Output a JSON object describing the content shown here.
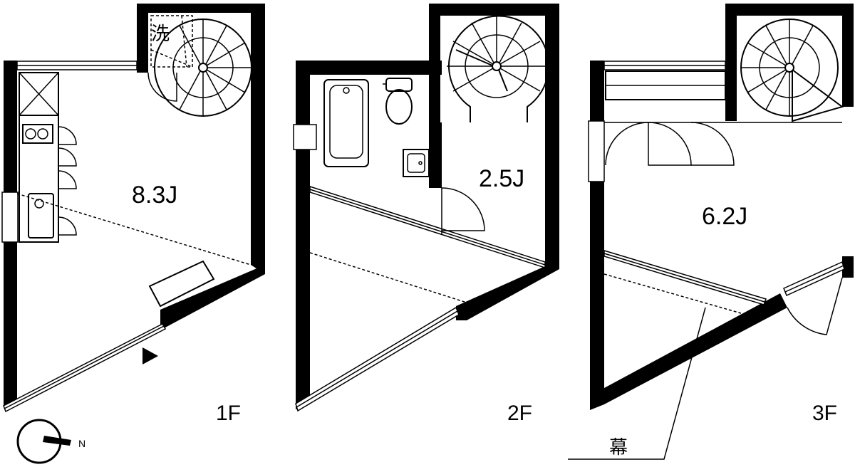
{
  "floors": [
    {
      "id": "1f",
      "label": "1F",
      "room_area": "8.3J",
      "wash_label": "洗"
    },
    {
      "id": "2f",
      "label": "2F",
      "room_area": "2.5J"
    },
    {
      "id": "3f",
      "label": "3F",
      "room_area": "6.2J",
      "curtain_label": "幕"
    }
  ],
  "compass": {
    "north_label": "N"
  },
  "icons": {
    "entrance": "entrance-triangle-icon",
    "compass": "compass-icon",
    "stairs": "spiral-stair-icon",
    "bathtub": "bathtub-icon",
    "toilet": "toilet-icon",
    "sink": "sink-icon",
    "stove": "stove-icon"
  },
  "colors": {
    "line": "#000000",
    "background": "#ffffff"
  }
}
